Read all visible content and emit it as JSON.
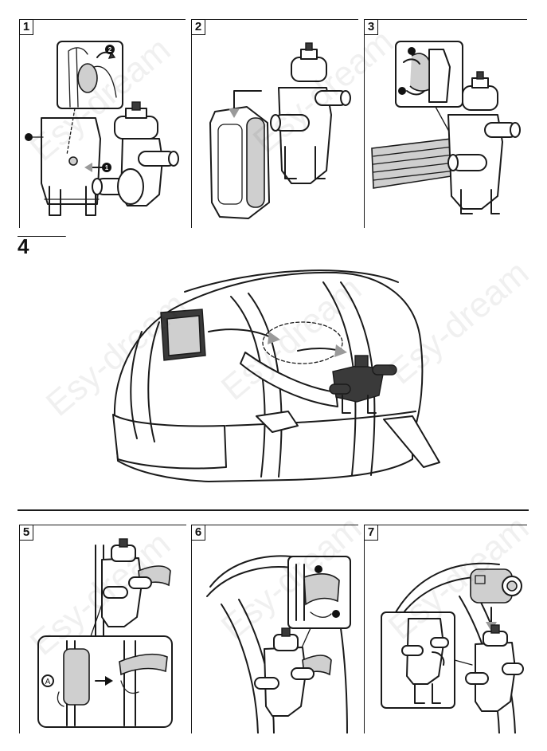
{
  "steps": [
    {
      "label": "1"
    },
    {
      "label": "2"
    },
    {
      "label": "3"
    },
    {
      "label": "4"
    },
    {
      "label": "5"
    },
    {
      "label": "6"
    },
    {
      "label": "7"
    }
  ],
  "callouts": {
    "one": "1",
    "two": "2",
    "letter_a": "A"
  },
  "watermark": "Esy-dream",
  "colors": {
    "line": "#1a1a1a",
    "arrow_gray": "#9a9a9a",
    "fill_gray": "#cfcfcf"
  }
}
